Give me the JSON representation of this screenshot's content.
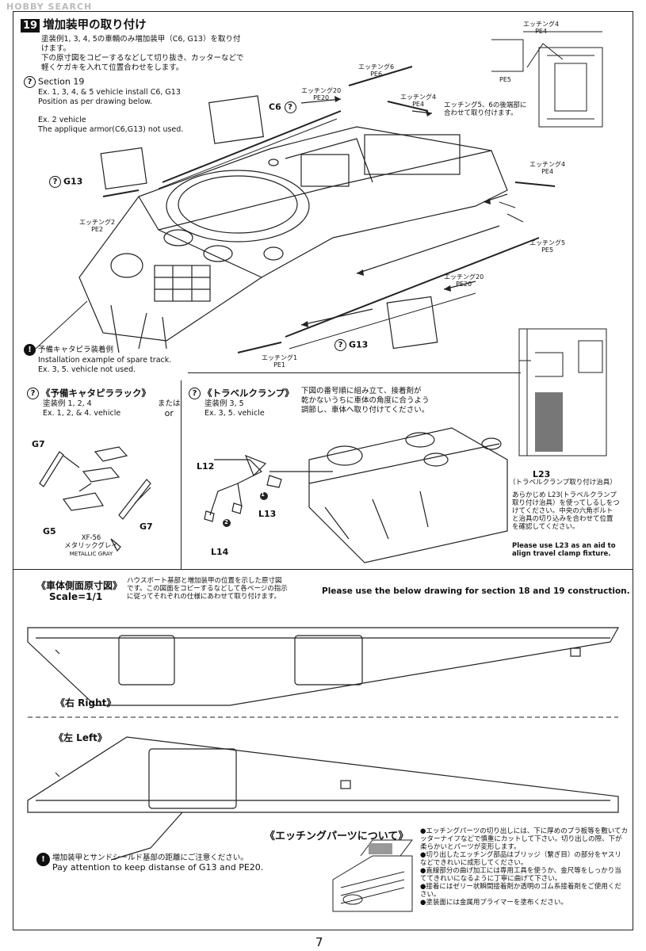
{
  "watermark": "HOBBY SEARCH",
  "page_number": "7",
  "section19": {
    "number": "19",
    "title": "増加装甲の取り付け",
    "jp_lines": [
      "塗装例1, 3, 4, 5の車輌のみ増加装甲（C6, G13）を取り付",
      "けます。",
      "下の原寸図をコピーするなどして切り抜き、カッターなどで",
      "軽くケガキを入れて位置合わせをします。"
    ],
    "en_heading": "Section 19",
    "en_lines": [
      "Ex. 1, 3, 4, & 5 vehicle  install C6, G13",
      "Position as per drawing below."
    ],
    "ex2_lines": [
      "Ex. 2  vehicle",
      "The applique armor(C6,G13) not used."
    ],
    "spare_jp": "予備キャタピラ装着例",
    "spare_en1": "Installation example of spare track.",
    "spare_en2": "Ex. 3,  5. vehicle not used.",
    "labels": {
      "c6": "C6",
      "g13_left": "G13",
      "g13_right": "G13",
      "pe6": [
        "エッチング6",
        "PE6"
      ],
      "pe20_top": [
        "エッチング20",
        "PE20"
      ],
      "pe4_a": [
        "エッチング4",
        "PE4"
      ],
      "pe4_top": [
        "エッチング4",
        "PE4"
      ],
      "pe5_top": "PE5",
      "pe56_note": [
        "エッチング5、6の後端部に",
        "合わせて取り付けます。"
      ],
      "pe4_b": [
        "エッチング4",
        "PE4"
      ],
      "pe2": [
        "エッチング2",
        "PE2"
      ],
      "pe5": [
        "エッチング5",
        "PE5"
      ],
      "pe20": [
        "エッチング20",
        "PE20"
      ],
      "pe1": [
        "エッチング1",
        "PE1"
      ]
    }
  },
  "rack": {
    "title": "《予備キャタピララック》",
    "sub_jp": "塗装例 1, 2, 4",
    "sub_en": "Ex. 1, 2, & 4. vehicle",
    "or_jp": "または",
    "or_en": "or",
    "g7a": "G7",
    "g7b": "G7",
    "g5": "G5",
    "paint_code": "XF-56",
    "paint_jp": "メタリックグレイ",
    "paint_en": "METALLIC GRAY"
  },
  "clamp": {
    "title": "《トラベルクランプ》",
    "sub_jp": "塗装例 3, 5",
    "sub_en": "Ex. 3,  5. vehicle",
    "note": [
      "下図の番号順に組み立て、接着剤が",
      "乾かないうちに車体の角度に合うよう",
      "調節し、車体へ取り付けてください。"
    ],
    "l12": "L12",
    "l13": "L13",
    "l14": "L14",
    "step1": "1",
    "step2": "2",
    "l23": "L23",
    "l23_sub": "（トラベルクランプ取り付け治具）",
    "l23_jp": [
      "あらかじめ L23(トラベルクランプ",
      "取り付け治具）を使ってしるしをつ",
      "けてください。中央の六角ボルト",
      "と治具の切り込みを合わせて位置",
      "を確認してください。"
    ],
    "l23_en": [
      "Please use L23 as an aid to",
      "align travel clamp fixture."
    ]
  },
  "side": {
    "title": "《車体側面原寸図》",
    "scale": "Scale=1/1",
    "jp": [
      "ハウスボート基部と増加装甲の位置を示した原寸図",
      "です。この図面をコピーするなどして各ページの指示",
      "に従ってそれぞれの仕様にあわせて取り付けます。"
    ],
    "en": "Please use the below drawing for section 18 and 19 construction.",
    "right": "《右 Right》",
    "left": "《左 Left》",
    "warn_jp": "増加装甲とサンドシールド基部の距離にご注意ください。",
    "warn_en": "Pay attention to keep distanse of G13 and PE20."
  },
  "etching": {
    "title": "《エッチングパーツについて》",
    "notes": [
      "●エッチングパーツの切り出しには、下に厚めのプラ板等を敷いてカッターナイフなどで慎重にカットして下さい。切り出しの際、下が柔らかいとパーツが変形します。",
      "●切り出したエッチング部品はブリッジ（繋ぎ目）の部分をヤスリなどできれいに成形してください。",
      "●直線部分の曲げ加工には専用工具を使うか、金尺等をしっかり当ててきれいになるように丁寧に曲げて下さい。",
      "●接着にはゼリー状瞬間接着剤か透明のゴム系接着剤をご使用ください。",
      "●塗装面には金属用プライマーを塗布ください。"
    ]
  }
}
